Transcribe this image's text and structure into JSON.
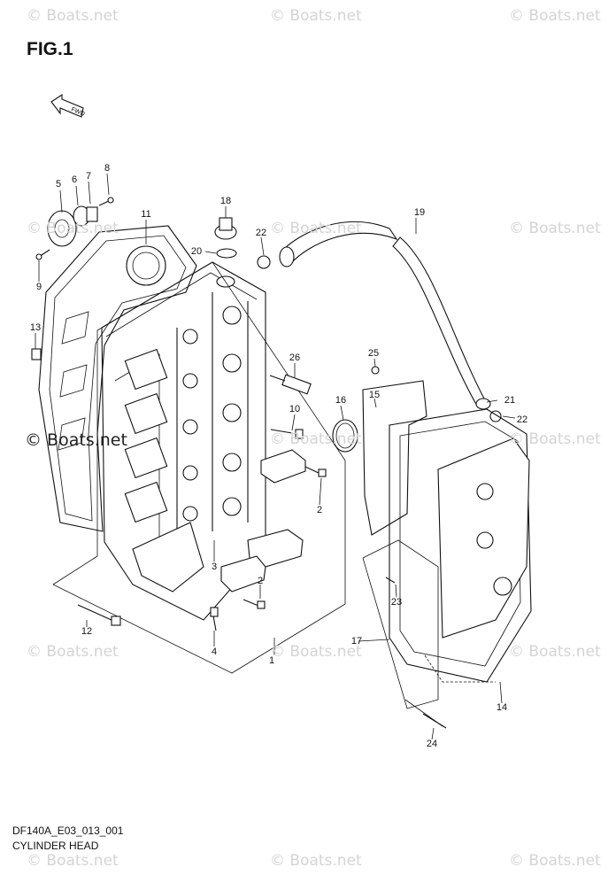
{
  "figure": {
    "title": "FIG.1",
    "direction_label": "FWD"
  },
  "watermarks": {
    "light_text": "© Boats.net",
    "dark_text": "© Boats.net"
  },
  "callouts": [
    "1",
    "2",
    "2",
    "3",
    "4",
    "5",
    "6",
    "7",
    "8",
    "9",
    "10",
    "11",
    "12",
    "13",
    "14",
    "15",
    "16",
    "17",
    "18",
    "19",
    "20",
    "21",
    "22",
    "22",
    "23",
    "24",
    "25",
    "26"
  ],
  "footer": {
    "code": "DF140A_E03_013_001",
    "name": "CYLINDER HEAD"
  }
}
